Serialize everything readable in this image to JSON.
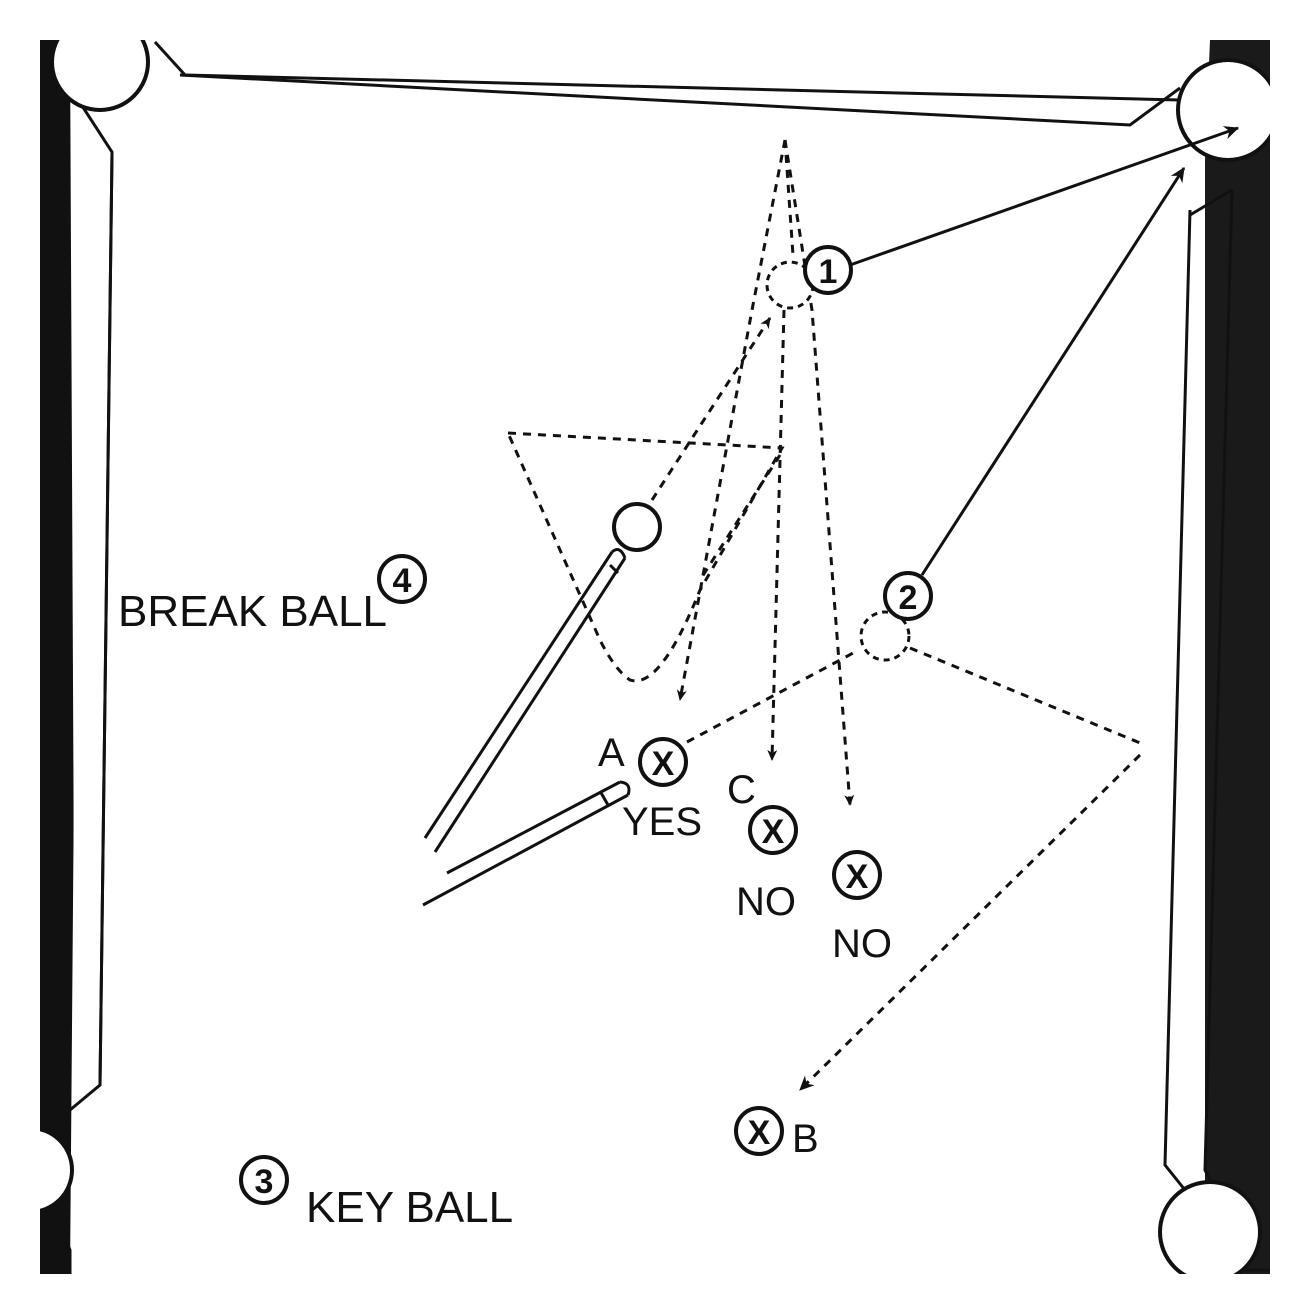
{
  "diagram": {
    "balls": {
      "one": "1",
      "two": "2",
      "three": "3",
      "four": "4"
    },
    "labels": {
      "break_ball": "BREAK BALL",
      "key_ball": "KEY BALL",
      "a": "A",
      "b": "B",
      "c": "C",
      "yes": "YES",
      "no_1": "NO",
      "no_2": "NO"
    },
    "markers": {
      "x_a": "X",
      "x_b": "X",
      "x_c": "X",
      "x_d": "X"
    }
  }
}
